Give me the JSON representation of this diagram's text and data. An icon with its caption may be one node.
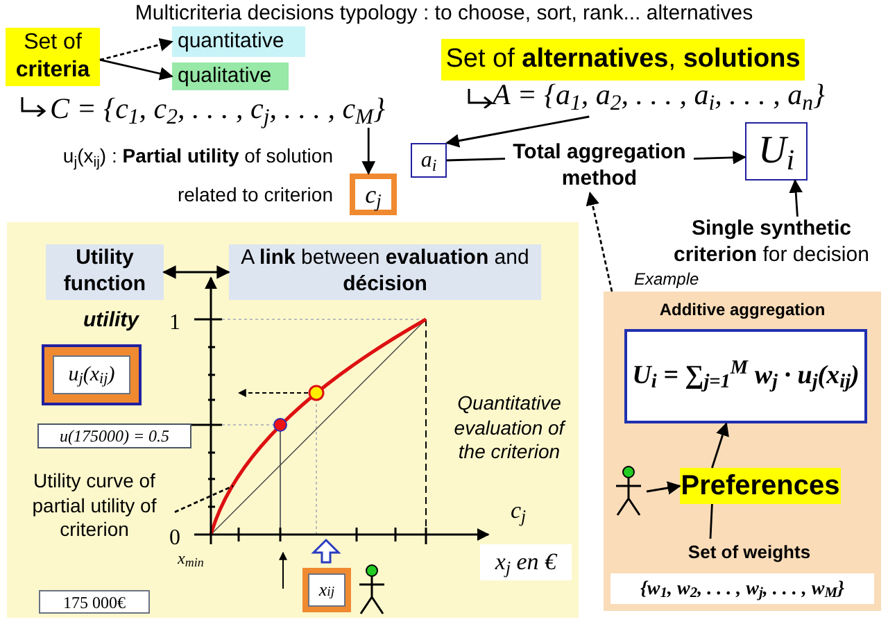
{
  "diagram": {
    "title": "Multicriteria decisions typology : to choose, sort, rank... alternatives",
    "nodes": [
      {
        "text": [
          "Set of **criteria**"
        ]
      },
      {
        "text": [
          "quantitative"
        ]
      },
      {
        "text": [
          "qualitative"
        ]
      },
      {
        "text": [
          "Set of **alternatives**, **solutions**"
        ]
      },
      {
        "text": [
          "C = {c$_{1}$, c$_{2}$, . . . , c$_{j}$, . . . , c$_{M}$}"
        ]
      },
      {
        "text": [
          "A = {a$_{1}$, a$_{2}$, . . . , a$_{i}$, . . . , a$_{n}$}"
        ]
      },
      {
        "text": [
          "c$_{j}$"
        ]
      },
      {
        "text": [
          "a$_{i}$"
        ]
      },
      {
        "text": [
          "U$_{i}$"
        ]
      },
      {
        "text": [
          "**Single synthetic criterion** for decision"
        ]
      },
      {
        "text": [],
        "shape": "box"
      },
      {
        "text": [
          "Utility function"
        ],
        "in": 10
      },
      {
        "text": [
          "A **link** between **evaluation** and **décision**"
        ],
        "in": 10
      },
      {
        "text": [
          "u$_{j}$(x$_{ij}$)"
        ],
        "in": 10
      },
      {
        "text": [
          "u(175000) = 0.5"
        ],
        "in": 10
      },
      {
        "text": [
          "x$_{ij}$"
        ],
        "in": 10
      },
      {
        "text": [
          "175 000€"
        ],
        "in": 10
      },
      {
        "text": [
          "Utility curve of partial utility of criterion"
        ],
        "in": 10
      },
      {
        "text": [
          "Additive aggregation"
        ],
        "beside": [
          "Example"
        ]
      },
      {
        "text": [
          "U$_{i}$ = ∑$_{j=1}$$^{M}$ w$_{j}$ · u$_{j}$(x$_{ij}$)"
        ],
        "in": 18
      },
      {
        "text": [
          "Preferences"
        ],
        "in": 18
      },
      {
        "text": [
          "Set of **weights**"
        ],
        "in": 18
      },
      {
        "text": [
          "{w$_{1}$, w$_{2}$, . . . , w$_{j}$, . . . , w$_{M}$}"
        ],
        "in": 18
      },
      {
        "text": [],
        "shape": "person",
        "in": 18
      },
      {
        "text": [
          "Total aggregation method"
        ]
      }
    ],
    "edges": [
      {
        "from": 0,
        "to": 1,
        "arrow": "to",
        "style": "dashed"
      },
      {
        "from": 0,
        "to": 2,
        "arrow": "to"
      },
      {
        "from": 4,
        "to": 6,
        "arrow": "to"
      },
      {
        "from": 5,
        "to": 7,
        "arrow": "to"
      },
      {
        "from": 7,
        "to": 24,
        "arrow": "none"
      },
      {
        "from": 9,
        "to": 8,
        "arrow": "to"
      },
      {
        "from": 18,
        "to": 24,
        "arrow": "to",
        "style": "dashed"
      },
      {
        "from": 11,
        "to": 12,
        "arrow": "both"
      },
      {
        "from": 17,
        "to": null,
        "arrow": "none",
        "style": "dashed"
      },
      {
        "from": 23,
        "to": 20,
        "arrow": "to"
      },
      {
        "from": 21,
        "to": 20,
        "arrow": "none"
      },
      {
        "from": 20,
        "to": 19,
        "arrow": "to"
      },
      {
        "from": 24,
        "to": 8,
        "arrow": "to"
      }
    ],
    "labels": [
      "u$_{j}$(x$_{ij}$) : **Partial utility** of solution related to criterion",
      "utility",
      "1",
      "0",
      "Quantitative evaluation of the criterion",
      "c$_{j}$",
      "x$_{j}$ en €",
      "x$_{min}$"
    ]
  }
}
